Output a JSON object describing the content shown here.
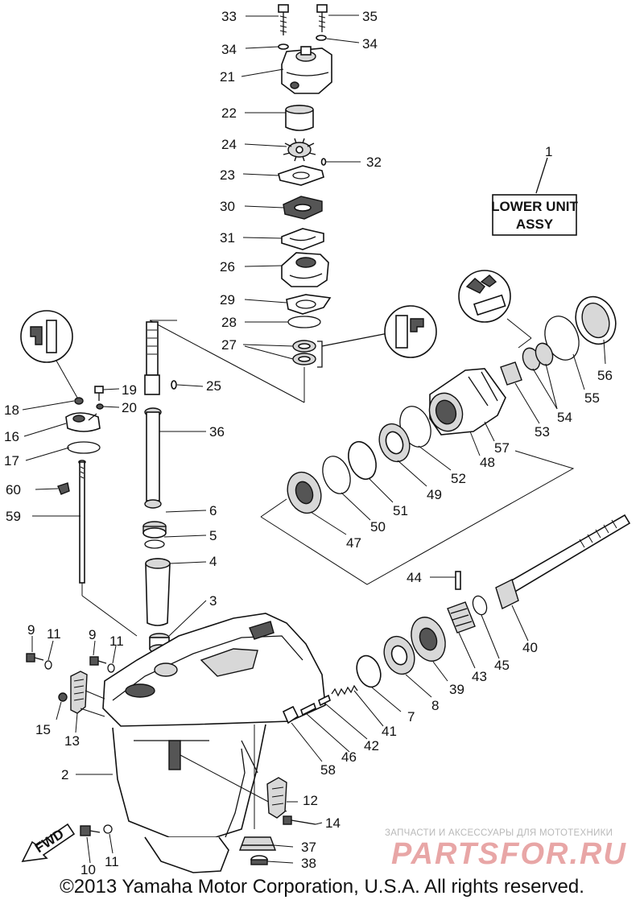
{
  "assy_box": {
    "line1": "LOWER UNIT",
    "line2": "ASSY"
  },
  "fwd_label": "FWD",
  "copyright": "©2013 Yamaha Motor Corporation, U.S.A. All rights reserved.",
  "watermark": {
    "small": "ЗАПЧАСТИ И АКСЕССУАРЫ ДЛЯ МОТОТЕХНИКИ",
    "big": "PARTSFOR.RU"
  },
  "callouts": [
    {
      "id": "c33",
      "text": "33"
    },
    {
      "id": "c35",
      "text": "35"
    },
    {
      "id": "c34a",
      "text": "34"
    },
    {
      "id": "c34b",
      "text": "34"
    },
    {
      "id": "c21",
      "text": "21"
    },
    {
      "id": "c22",
      "text": "22"
    },
    {
      "id": "c24",
      "text": "24"
    },
    {
      "id": "c32",
      "text": "32"
    },
    {
      "id": "c23",
      "text": "23"
    },
    {
      "id": "c30",
      "text": "30"
    },
    {
      "id": "c31",
      "text": "31"
    },
    {
      "id": "c26",
      "text": "26"
    },
    {
      "id": "c29",
      "text": "29"
    },
    {
      "id": "c28",
      "text": "28"
    },
    {
      "id": "c27",
      "text": "27"
    },
    {
      "id": "c25",
      "text": "25"
    },
    {
      "id": "c36",
      "text": "36"
    },
    {
      "id": "c6",
      "text": "6"
    },
    {
      "id": "c5",
      "text": "5"
    },
    {
      "id": "c4",
      "text": "4"
    },
    {
      "id": "c3",
      "text": "3"
    },
    {
      "id": "c1",
      "text": "1"
    },
    {
      "id": "c18",
      "text": "18"
    },
    {
      "id": "c19",
      "text": "19"
    },
    {
      "id": "c20",
      "text": "20"
    },
    {
      "id": "c16",
      "text": "16"
    },
    {
      "id": "c17",
      "text": "17"
    },
    {
      "id": "c60",
      "text": "60"
    },
    {
      "id": "c59",
      "text": "59"
    },
    {
      "id": "c56",
      "text": "56"
    },
    {
      "id": "c55",
      "text": "55"
    },
    {
      "id": "c54",
      "text": "54"
    },
    {
      "id": "c53",
      "text": "53"
    },
    {
      "id": "c57",
      "text": "57"
    },
    {
      "id": "c48",
      "text": "48"
    },
    {
      "id": "c52",
      "text": "52"
    },
    {
      "id": "c49",
      "text": "49"
    },
    {
      "id": "c51",
      "text": "51"
    },
    {
      "id": "c50",
      "text": "50"
    },
    {
      "id": "c47",
      "text": "47"
    },
    {
      "id": "c44",
      "text": "44"
    },
    {
      "id": "c40",
      "text": "40"
    },
    {
      "id": "c45",
      "text": "45"
    },
    {
      "id": "c43",
      "text": "43"
    },
    {
      "id": "c39",
      "text": "39"
    },
    {
      "id": "c8",
      "text": "8"
    },
    {
      "id": "c7",
      "text": "7"
    },
    {
      "id": "c41",
      "text": "41"
    },
    {
      "id": "c42",
      "text": "42"
    },
    {
      "id": "c46",
      "text": "46"
    },
    {
      "id": "c58",
      "text": "58"
    },
    {
      "id": "c9a",
      "text": "9"
    },
    {
      "id": "c11a",
      "text": "11"
    },
    {
      "id": "c9b",
      "text": "9"
    },
    {
      "id": "c11b",
      "text": "11"
    },
    {
      "id": "c15",
      "text": "15"
    },
    {
      "id": "c13",
      "text": "13"
    },
    {
      "id": "c2",
      "text": "2"
    },
    {
      "id": "c12",
      "text": "12"
    },
    {
      "id": "c14",
      "text": "14"
    },
    {
      "id": "c37",
      "text": "37"
    },
    {
      "id": "c38",
      "text": "38"
    },
    {
      "id": "c10",
      "text": "10"
    },
    {
      "id": "c11c",
      "text": "11"
    }
  ]
}
